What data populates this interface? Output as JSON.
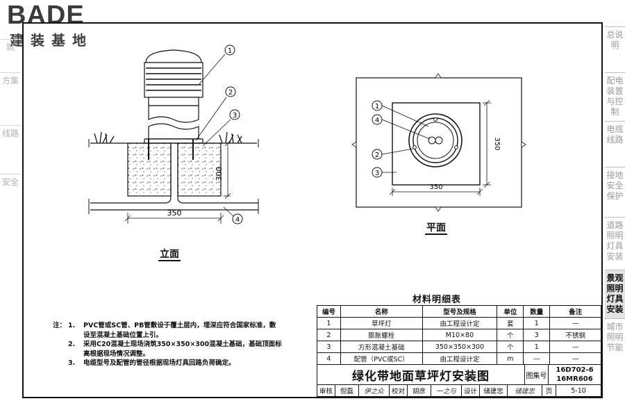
{
  "logo": {
    "main": "BADE",
    "sub": "建装基地"
  },
  "left_tabs": [
    {
      "label": "筑"
    },
    {
      "label": "方案"
    },
    {
      "label": "线路"
    },
    {
      "label": "安全"
    }
  ],
  "side_tabs": [
    {
      "label": "总说明",
      "active": false
    },
    {
      "label": "配电装置与控制",
      "active": false
    },
    {
      "label": "电缆线路",
      "active": false
    },
    {
      "label": "接地安全保护",
      "active": false
    },
    {
      "label": "道路照明灯具安装",
      "active": false
    },
    {
      "label": "景观照明灯具安装",
      "active": true
    },
    {
      "label": "城市照明节能",
      "active": false
    }
  ],
  "elevation": {
    "label": "立面",
    "dim_width": "350",
    "dim_height": "300",
    "callouts": [
      "1",
      "2",
      "3",
      "4"
    ]
  },
  "plan": {
    "label": "平面",
    "dim_width": "350",
    "dim_height": "350",
    "callouts": [
      "1",
      "4",
      "2",
      "3"
    ]
  },
  "notes": {
    "title": "注：",
    "items": [
      {
        "idx": "1.",
        "text": "PVC管或SC管、PB管敷设于覆土层内，埋深应符合国家标准，敷设至混凝土基础位置上引。"
      },
      {
        "idx": "2.",
        "text": "采用C20混凝土现场浇筑350×350×300混凝土基础，基础顶面标高根据现场情况调整。"
      },
      {
        "idx": "3.",
        "text": "电缆型号及配管的管径根据现场灯具回路负荷确定。"
      }
    ]
  },
  "materials": {
    "title": "材料明细表",
    "headers": [
      "编号",
      "名称",
      "型号及规格",
      "单位",
      "数量",
      "备注"
    ],
    "rows": [
      [
        "1",
        "草坪灯",
        "由工程设计定",
        "套",
        "1",
        "—"
      ],
      [
        "2",
        "膨胀螺栓",
        "M10×80",
        "个",
        "3",
        "不锈钢"
      ],
      [
        "3",
        "方形混凝土基础",
        "350×350×300",
        "个",
        "1",
        "—"
      ],
      [
        "4",
        "配管（PVC或SC）",
        "由工程设计定",
        "m",
        "—",
        "—"
      ]
    ]
  },
  "title_block": {
    "title": "绿化带地面草坪灯安装图",
    "code_label": "图集号",
    "code_line1": "16D702-6",
    "code_line2": "16MR606",
    "review_label": "审核",
    "review_name": "倪磊",
    "review_sig": "伊之众",
    "check_label": "校对",
    "check_name": "胡彦",
    "check_sig": "一之与",
    "design_label": "设计",
    "design_name": "储建忠",
    "design_sig": "储建忠",
    "page_label": "页",
    "page_value": "5-10"
  }
}
